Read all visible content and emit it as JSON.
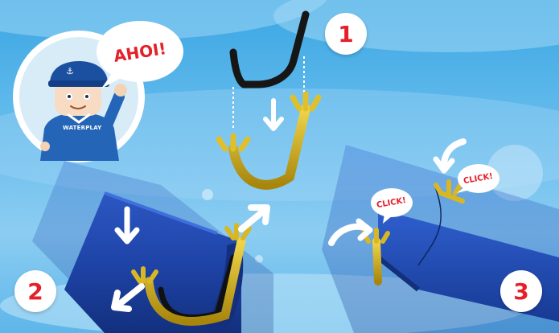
{
  "speech": {
    "greeting": "AHOI!"
  },
  "mascot": {
    "shirt_text": "WATERPLAY",
    "cap_emblem": "anchor-icon"
  },
  "steps": [
    {
      "number": "1"
    },
    {
      "number": "2"
    },
    {
      "number": "3"
    }
  ],
  "click_labels": [
    "CLICK!",
    "CLICK!"
  ],
  "colors": {
    "background": "#4fb3ea",
    "gutter": "#1e3f9e",
    "bracket": "#c9a81a",
    "accent": "#e5202a",
    "arrow": "#ffffff"
  }
}
